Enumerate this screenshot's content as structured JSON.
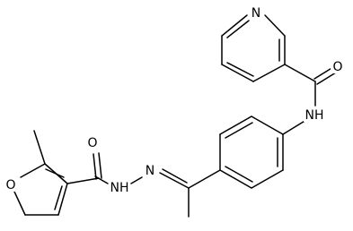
{
  "molecule": {
    "atoms": {
      "n_pyridine": "N",
      "o_amide_pyridine": "O",
      "nh_anilide": "NH",
      "o_amide_furan": "O",
      "nh_hydrazide": "NH",
      "n_hydrazone": "N",
      "o_furan": "O"
    }
  },
  "colors": {
    "bond": "#000000",
    "label": "#000000",
    "background": "#ffffff"
  }
}
